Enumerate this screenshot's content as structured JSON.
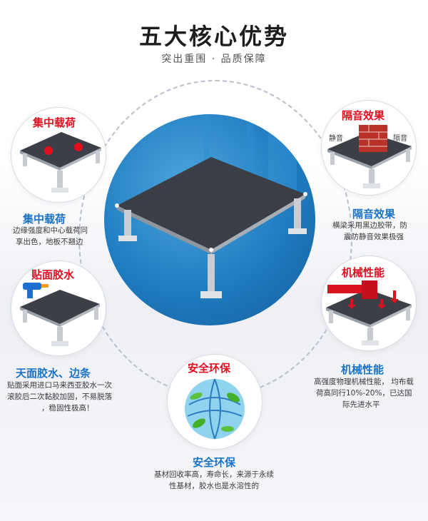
{
  "header": {
    "title": "五大核心优势",
    "subtitle": "突出重围 · 品质保障"
  },
  "features": {
    "load": {
      "badge": "集中载荷",
      "title": "集中载荷",
      "line1": "边缘强度和中心载荷同",
      "line2": "享出色，地板不翘边"
    },
    "sound": {
      "badge": "隔音效果",
      "mini_left": "静音",
      "mini_right": "隔音",
      "title": "隔音效果",
      "line1": "横梁采用黑边胶带，防",
      "line2": "震防静音效果极强"
    },
    "glue": {
      "badge": "贴面胶水",
      "title": "天面胶水、边条",
      "line1": "贴面采用进口马来西亚胶水一次",
      "line2": "滚胶后二次黏胶加固，不易脱落",
      "line3": "，稳固性极高！"
    },
    "mech": {
      "badge": "机械性能",
      "title": "机械性能",
      "line1": "高强度物理机械性能， 均布载",
      "line2": "荷高同行10%-20%，已达国",
      "line3": "际先进水平"
    },
    "eco": {
      "badge": "安全环保",
      "title": "安全环保",
      "line1": "基材回收率高，寿命长，来源于永续",
      "line2": "性基材，胶水也是水溶性的"
    }
  },
  "colors": {
    "accent_red": "#e01020",
    "heading_blue": "#1a73c9",
    "center_blue": "#1f7cc0"
  }
}
